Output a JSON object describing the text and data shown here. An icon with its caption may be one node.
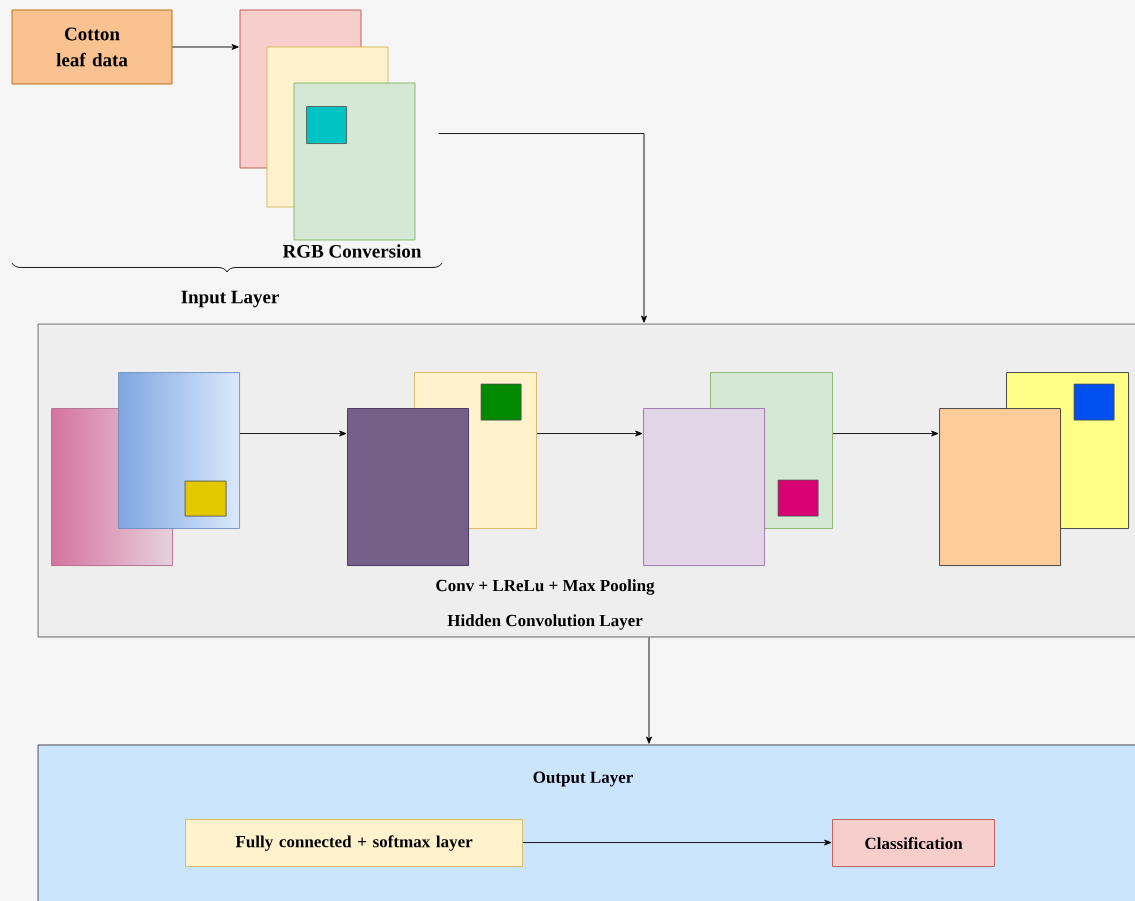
{
  "diagram": {
    "nodes": [
      {
        "text": [
          "Cotton leaf data"
        ]
      },
      {
        "text": [],
        "shape": "box"
      },
      {
        "text": [],
        "shape": "box"
      },
      {
        "text": [],
        "shape": "box"
      },
      {
        "text": [
          "Conv + LReLu + Max Pooling",
          "Hidden Convolution Layer"
        ]
      },
      {
        "text": [],
        "shape": "box",
        "in": 4
      },
      {
        "text": [],
        "shape": "box",
        "in": 4
      },
      {
        "text": [],
        "shape": "box",
        "in": 4
      },
      {
        "text": [],
        "shape": "box",
        "in": 4
      },
      {
        "text": [],
        "shape": "box",
        "in": 4
      },
      {
        "text": [],
        "shape": "box",
        "in": 4
      },
      {
        "text": [],
        "shape": "box",
        "in": 4
      },
      {
        "text": [],
        "shape": "box",
        "in": 4
      },
      {
        "text": [
          "Output Layer"
        ]
      },
      {
        "text": [
          "Fully connected + softmax layer"
        ],
        "in": 13
      },
      {
        "text": [
          "Classification"
        ],
        "in": 13
      }
    ],
    "edges": [
      {
        "from": 0,
        "to": 1,
        "arrow": "to"
      },
      {
        "from": 3,
        "to": 4,
        "arrow": "to"
      },
      {
        "from": 6,
        "to": 7,
        "arrow": "to"
      },
      {
        "from": 8,
        "to": 9,
        "arrow": "to"
      },
      {
        "from": 10,
        "to": 11,
        "arrow": "to"
      },
      {
        "from": 4,
        "to": 13,
        "arrow": "to"
      },
      {
        "from": 14,
        "to": 15,
        "arrow": "to"
      }
    ],
    "labels": [
      "RGB Conversion",
      "Input Layer"
    ]
  }
}
